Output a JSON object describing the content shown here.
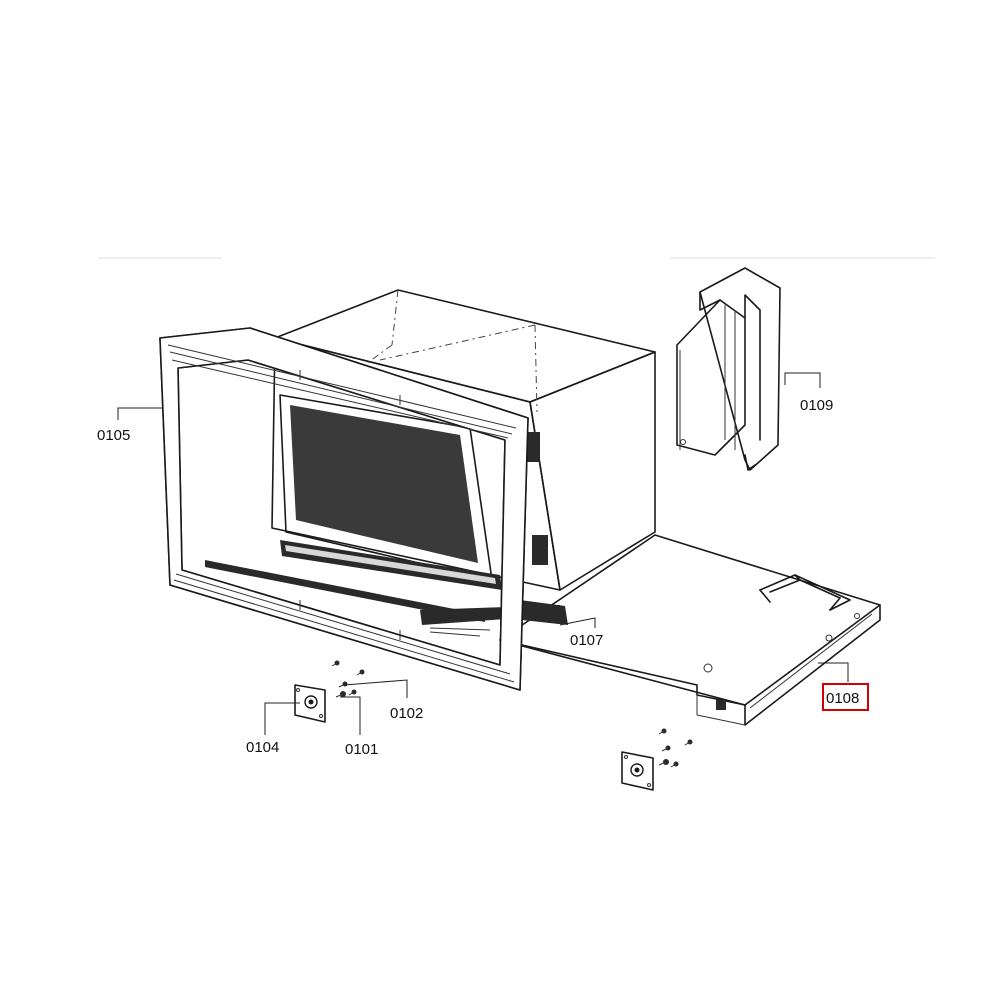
{
  "labels": {
    "p0101": "0101",
    "p0102": "0102",
    "p0104": "0104",
    "p0105": "0105",
    "p0107": "0107",
    "p0108": "0108",
    "p0109": "0109"
  },
  "highlight": {
    "part": "0108",
    "color": "#d60000"
  }
}
